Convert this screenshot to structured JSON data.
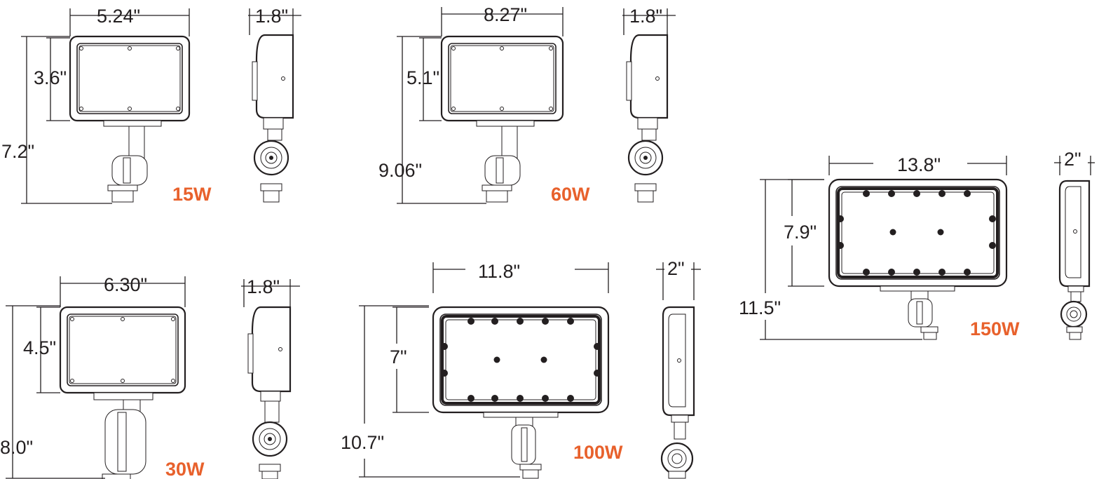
{
  "accent_color": "#e8612c",
  "line_color": "#231f20",
  "fixtures": [
    {
      "watt": "15W",
      "width": "5.24\"",
      "lens_height": "3.6\"",
      "total_height": "7.2\"",
      "depth": "1.8\""
    },
    {
      "watt": "60W",
      "width": "8.27\"",
      "lens_height": "5.1\"",
      "total_height": "9.06\"",
      "depth": "1.8\""
    },
    {
      "watt": "30W",
      "width": "6.30\"",
      "lens_height": "4.5\"",
      "total_height": "8.0\"",
      "depth": "1.8\""
    },
    {
      "watt": "100W",
      "width": "11.8\"",
      "lens_height": "7\"",
      "total_height": "10.7\"",
      "depth": "2\""
    },
    {
      "watt": "150W",
      "width": "13.8\"",
      "lens_height": "7.9\"",
      "total_height": "11.5\"",
      "depth": "2\""
    }
  ]
}
